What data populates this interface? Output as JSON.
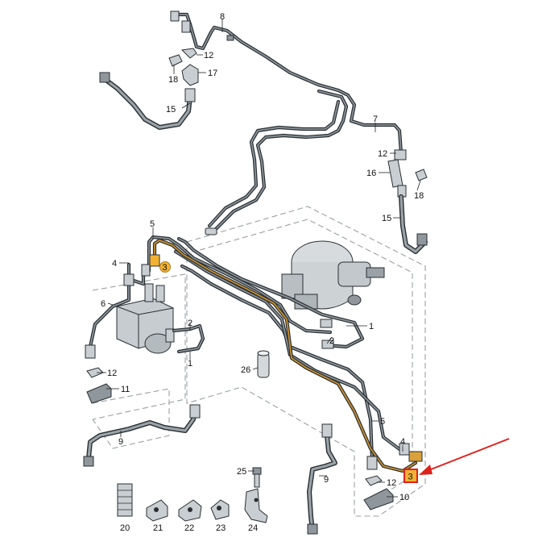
{
  "callouts": {
    "l1a": "1",
    "l1b": "1",
    "l2a": "2",
    "l2b": "2",
    "l3a": "3",
    "l3b": "3",
    "l4a": "4",
    "l4b": "4",
    "l5a": "5",
    "l5b": "5",
    "l6": "6",
    "l7": "7",
    "l8": "8",
    "l9a": "9",
    "l9b": "9",
    "l10": "10",
    "l11": "11",
    "l12a": "12",
    "l12b": "12",
    "l12c": "12",
    "l12d": "12",
    "l15a": "15",
    "l15b": "15",
    "l16": "16",
    "l17": "17",
    "l18a": "18",
    "l18b": "18",
    "l20": "20",
    "l21": "21",
    "l22": "22",
    "l23": "23",
    "l24": "24",
    "l25": "25",
    "l26": "26"
  },
  "colors": {
    "highlight_line": "#c8902e",
    "marker_box": "#e0201b",
    "arrow": "#e0201b",
    "callout_fill": "#f1b233"
  }
}
